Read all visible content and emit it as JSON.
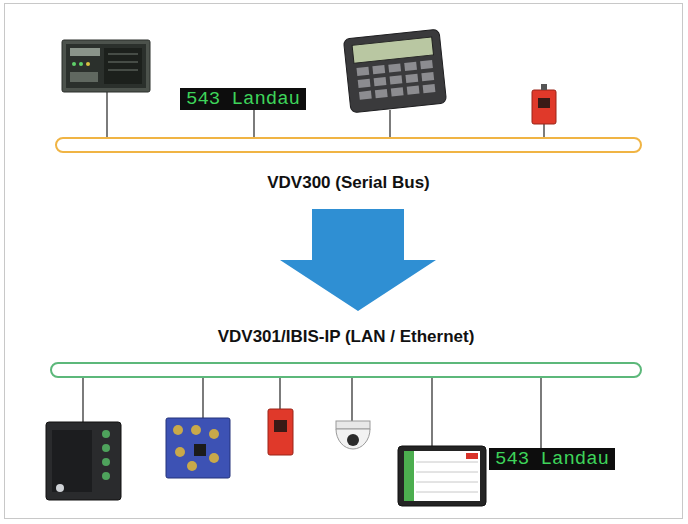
{
  "diagram": {
    "nodes": [
      {
        "text": [
          "543 Landau"
        ]
      },
      {
        "text": [
          "VDV300 (Serial Bus)"
        ]
      },
      {
        "text": [
          "VDV301/IBIS-IP (LAN / Ethernet)"
        ]
      },
      {
        "text": [
          "543 Landau"
        ]
      }
    ],
    "edges": [
      {
        "from": 0,
        "to": 1,
        "arrow": "none"
      },
      {
        "from": 1,
        "to": 2,
        "arrow": "to"
      },
      {
        "from": 2,
        "to": 3,
        "arrow": "none"
      }
    ]
  }
}
